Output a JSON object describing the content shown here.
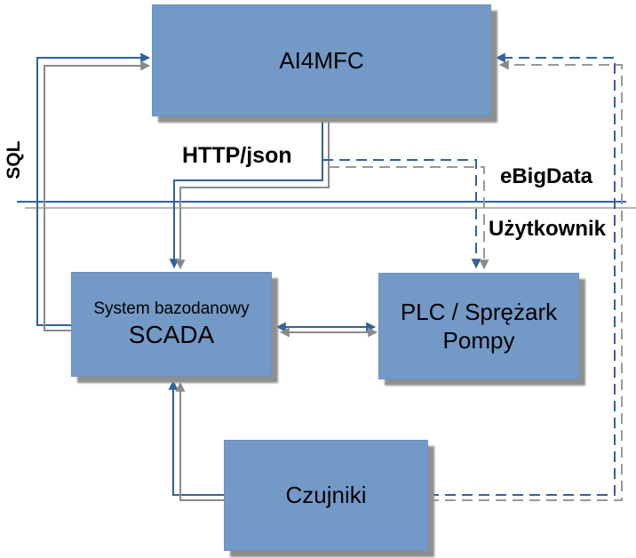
{
  "diagram": {
    "title": "System architecture diagram",
    "nodes": {
      "ai4mfc": {
        "label": "AI4MFC"
      },
      "scada": {
        "line1": "System bazodanowy",
        "line2": "SCADA"
      },
      "plc": {
        "line1": "PLC / Sprężark",
        "line2": "Pompy"
      },
      "czujniki": {
        "label": "Czujniki"
      }
    },
    "edge_labels": {
      "sql": "SQL",
      "http_json": "HTTP/json",
      "ebigdata": "eBigData",
      "uzytkownik": "Użytkownik"
    },
    "colors": {
      "node_fill": "#7399C6",
      "node_shadow": "#8F8F8F",
      "connector_blue": "#31619F",
      "connector_gray": "#8A8A8A",
      "divider_gray": "#B4B4B4",
      "text": "#000000",
      "background": "#FFFFFF"
    }
  }
}
